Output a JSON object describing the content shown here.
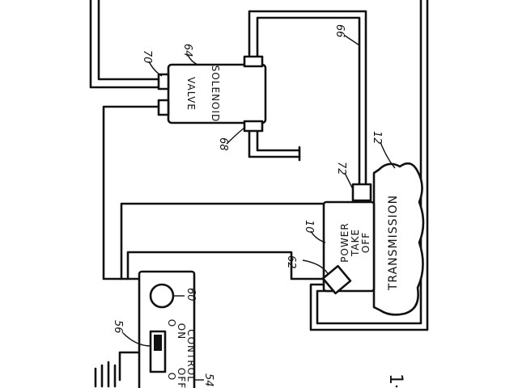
{
  "labels": {
    "valve_word": "VALVE",
    "solenoid_word": "SOLENOID",
    "power_line1": "POWER",
    "power_line2": "TAKE",
    "power_line3": "OFF",
    "transmission": "TRANSMISSION",
    "control": "CONTROL",
    "switch_on": "ON",
    "switch_off": "OFF",
    "switch_o1": "O",
    "switch_o2": "O",
    "fig": "1"
  },
  "refs": {
    "r64": "64",
    "r70": "70",
    "r66": "66",
    "r68": "68",
    "r72": "72",
    "r12": "12",
    "r10": "10",
    "r62": "62",
    "r60": "60",
    "r56": "56",
    "r54": "54"
  }
}
